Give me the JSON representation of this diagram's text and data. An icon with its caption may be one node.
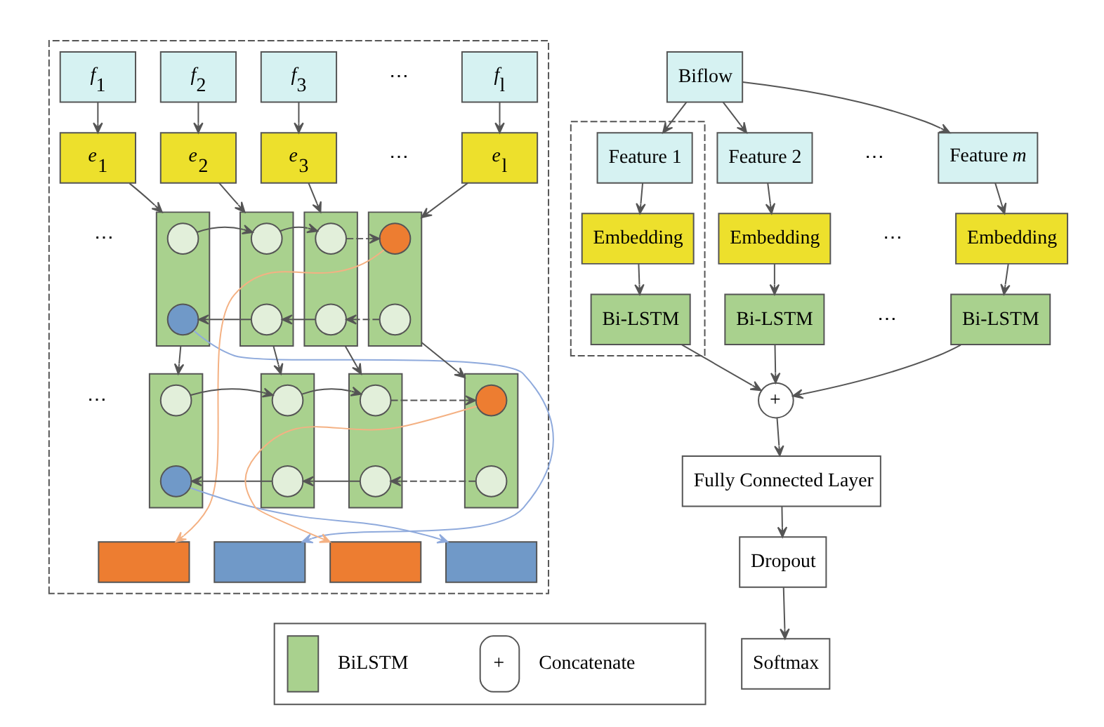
{
  "diagram": {
    "nodes": [
      {
        "text": [],
        "shape": "box"
      },
      {
        "text": [
          "*f*$_{1}$"
        ],
        "in": 0
      },
      {
        "text": [
          "*f*$_{2}$"
        ],
        "in": 0
      },
      {
        "text": [
          "*f*$_{3}$"
        ],
        "in": 0
      },
      {
        "text": [
          "*f*$_{l}$"
        ],
        "in": 0
      },
      {
        "text": [
          "*e*$_{1}$"
        ],
        "in": 0
      },
      {
        "text": [
          "*e*$_{2}$"
        ],
        "in": 0
      },
      {
        "text": [
          "*e*$_{3}$"
        ],
        "in": 0
      },
      {
        "text": [
          "*e*$_{l}$"
        ],
        "in": 0
      },
      {
        "text": [],
        "shape": "box",
        "in": 0
      },
      {
        "text": [],
        "shape": "circle",
        "in": 9
      },
      {
        "text": [],
        "shape": "circle",
        "in": 9
      },
      {
        "text": [],
        "shape": "box",
        "in": 0
      },
      {
        "text": [],
        "shape": "circle",
        "in": 12
      },
      {
        "text": [],
        "shape": "circle",
        "in": 12
      },
      {
        "text": [],
        "shape": "box",
        "in": 0
      },
      {
        "text": [],
        "shape": "circle",
        "in": 15
      },
      {
        "text": [],
        "shape": "circle",
        "in": 15
      },
      {
        "text": [],
        "shape": "box",
        "in": 0
      },
      {
        "text": [],
        "shape": "circle",
        "in": 18
      },
      {
        "text": [],
        "shape": "circle",
        "in": 18
      },
      {
        "text": [],
        "shape": "box",
        "in": 0
      },
      {
        "text": [],
        "shape": "circle",
        "in": 21
      },
      {
        "text": [],
        "shape": "circle",
        "in": 21
      },
      {
        "text": [],
        "shape": "box",
        "in": 0
      },
      {
        "text": [],
        "shape": "circle",
        "in": 24
      },
      {
        "text": [],
        "shape": "circle",
        "in": 24
      },
      {
        "text": [],
        "shape": "box",
        "in": 0
      },
      {
        "text": [],
        "shape": "circle",
        "in": 27
      },
      {
        "text": [],
        "shape": "circle",
        "in": 27
      },
      {
        "text": [],
        "shape": "box",
        "in": 0
      },
      {
        "text": [],
        "shape": "circle",
        "in": 30
      },
      {
        "text": [],
        "shape": "circle",
        "in": 30
      },
      {
        "text": [],
        "shape": "bar",
        "in": 0
      },
      {
        "text": [],
        "shape": "bar",
        "in": 0
      },
      {
        "text": [],
        "shape": "bar",
        "in": 0
      },
      {
        "text": [],
        "shape": "bar",
        "in": 0
      },
      {
        "text": [
          "Biflow"
        ]
      },
      {
        "text": [],
        "shape": "box"
      },
      {
        "text": [
          "Feature 1"
        ],
        "in": 38
      },
      {
        "text": [
          "Embedding"
        ],
        "in": 38
      },
      {
        "text": [
          "Bi-LSTM"
        ],
        "in": 38
      },
      {
        "text": [
          "Feature 2"
        ]
      },
      {
        "text": [
          "Embedding"
        ]
      },
      {
        "text": [
          "Bi-LSTM"
        ]
      },
      {
        "text": [
          "Feature *m*"
        ]
      },
      {
        "text": [
          "Embedding"
        ]
      },
      {
        "text": [
          "Bi-LSTM"
        ]
      },
      {
        "text": [
          "+"
        ]
      },
      {
        "text": [
          "Fully Connected Layer"
        ]
      },
      {
        "text": [
          "Dropout"
        ]
      },
      {
        "text": [
          "Softmax"
        ]
      }
    ],
    "edges": [
      {
        "from": 1,
        "to": 5,
        "arrow": "to"
      },
      {
        "from": 2,
        "to": 6,
        "arrow": "to"
      },
      {
        "from": 3,
        "to": 7,
        "arrow": "to"
      },
      {
        "from": 4,
        "to": 8,
        "arrow": "to"
      },
      {
        "from": 5,
        "to": 9,
        "arrow": "to"
      },
      {
        "from": 6,
        "to": 12,
        "arrow": "to"
      },
      {
        "from": 7,
        "to": 15,
        "arrow": "to"
      },
      {
        "from": 8,
        "to": 18,
        "arrow": "to"
      },
      {
        "from": 10,
        "to": 13,
        "arrow": "to"
      },
      {
        "from": 13,
        "to": 16,
        "arrow": "to"
      },
      {
        "from": 16,
        "to": 19,
        "arrow": "to",
        "style": "dashed"
      },
      {
        "from": 14,
        "to": 11,
        "arrow": "to"
      },
      {
        "from": 17,
        "to": 14,
        "arrow": "to"
      },
      {
        "from": 20,
        "to": 17,
        "arrow": "to",
        "style": "dashed"
      },
      {
        "from": 9,
        "to": 21,
        "arrow": "to"
      },
      {
        "from": 12,
        "to": 24,
        "arrow": "to"
      },
      {
        "from": 15,
        "to": 27,
        "arrow": "to"
      },
      {
        "from": 18,
        "to": 30,
        "arrow": "to"
      },
      {
        "from": 22,
        "to": 25,
        "arrow": "to"
      },
      {
        "from": 25,
        "to": 28,
        "arrow": "to"
      },
      {
        "from": 28,
        "to": 31,
        "arrow": "to",
        "style": "dashed"
      },
      {
        "from": 26,
        "to": 23,
        "arrow": "to"
      },
      {
        "from": 29,
        "to": 26,
        "arrow": "to"
      },
      {
        "from": 32,
        "to": 29,
        "arrow": "to",
        "style": "dashed"
      },
      {
        "from": 11,
        "to": 34,
        "arrow": "to",
        "color": "#8faadc"
      },
      {
        "from": 23,
        "to": 36,
        "arrow": "to",
        "color": "#8faadc"
      },
      {
        "from": 19,
        "to": 33,
        "arrow": "to",
        "color": "#f4b183"
      },
      {
        "from": 31,
        "to": 35,
        "arrow": "to",
        "color": "#f4b183"
      },
      {
        "from": 37,
        "to": 39,
        "arrow": "to"
      },
      {
        "from": 37,
        "to": 42,
        "arrow": "to"
      },
      {
        "from": 37,
        "to": 45,
        "arrow": "to"
      },
      {
        "from": 39,
        "to": 40,
        "arrow": "to"
      },
      {
        "from": 40,
        "to": 41,
        "arrow": "to"
      },
      {
        "from": 42,
        "to": 43,
        "arrow": "to"
      },
      {
        "from": 43,
        "to": 44,
        "arrow": "to"
      },
      {
        "from": 45,
        "to": 46,
        "arrow": "to"
      },
      {
        "from": 46,
        "to": 47,
        "arrow": "to"
      },
      {
        "from": 41,
        "to": 48,
        "arrow": "to"
      },
      {
        "from": 44,
        "to": 48,
        "arrow": "to"
      },
      {
        "from": 47,
        "to": 48,
        "arrow": "to"
      },
      {
        "from": 48,
        "to": 49,
        "arrow": "to"
      },
      {
        "from": 49,
        "to": 50,
        "arrow": "to"
      },
      {
        "from": 50,
        "to": 51,
        "arrow": "to"
      }
    ],
    "labels": [
      "⋯",
      "⋯",
      "⋯",
      "⋯",
      "⋯",
      "⋯",
      "⋯",
      "+"
    ],
    "legend": [
      {
        "text": "BiLSTM"
      },
      {
        "text": "Concatenate"
      }
    ]
  }
}
